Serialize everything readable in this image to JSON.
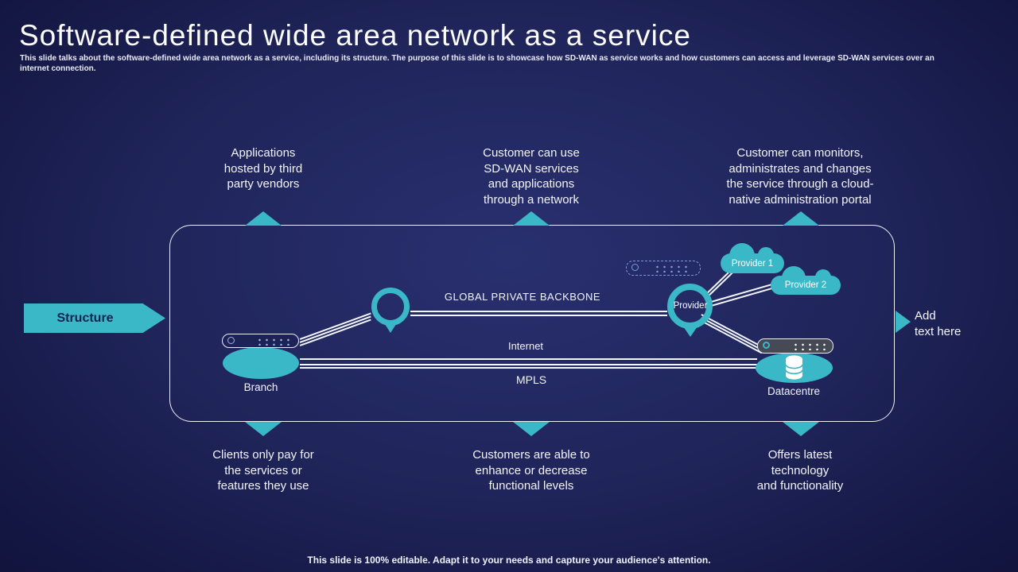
{
  "slide": {
    "title": "Software-defined wide area network as a service",
    "subtitle": "This slide talks about the software-defined wide area network as a service, including its structure. The purpose of this slide is to showcase how SD-WAN as service works and how customers can access and leverage SD-WAN services over an internet connection.",
    "footer": "This slide is 100% editable. Adapt it to your needs and capture your audience's attention."
  },
  "side_labels": {
    "structure": "Structure",
    "add_text": "Add\ntext here"
  },
  "callouts_top": [
    {
      "text": "Applications\nhosted by third\nparty vendors"
    },
    {
      "text": "Customer can use\nSD-WAN services\nand applications\nthrough a network"
    },
    {
      "text": "Customer can monitors,\nadministrates and changes\nthe service through a cloud-\nnative administration portal"
    }
  ],
  "callouts_bottom": [
    {
      "text": "Clients only pay for\nthe services or\nfeatures they use"
    },
    {
      "text": "Customers are able to\nenhance or decrease\nfunctional levels"
    },
    {
      "text": "Offers latest\ntechnology\nand functionality"
    }
  ],
  "diagram": {
    "backbone_label": "GLOBAL PRIVATE BACKBONE",
    "internet_label": "Internet",
    "mpls_label": "MPLS",
    "branch_label": "Branch",
    "datacentre_label": "Datacentre",
    "provider_pin_label": "Provider",
    "provider1_label": "Provider  1",
    "provider2_label": "Provider  2"
  },
  "colors": {
    "accent_teal": "#3ab8c8",
    "background_navy": "#1f2459",
    "label_navy": "#14224e",
    "line_white": "#f3f6fc"
  }
}
